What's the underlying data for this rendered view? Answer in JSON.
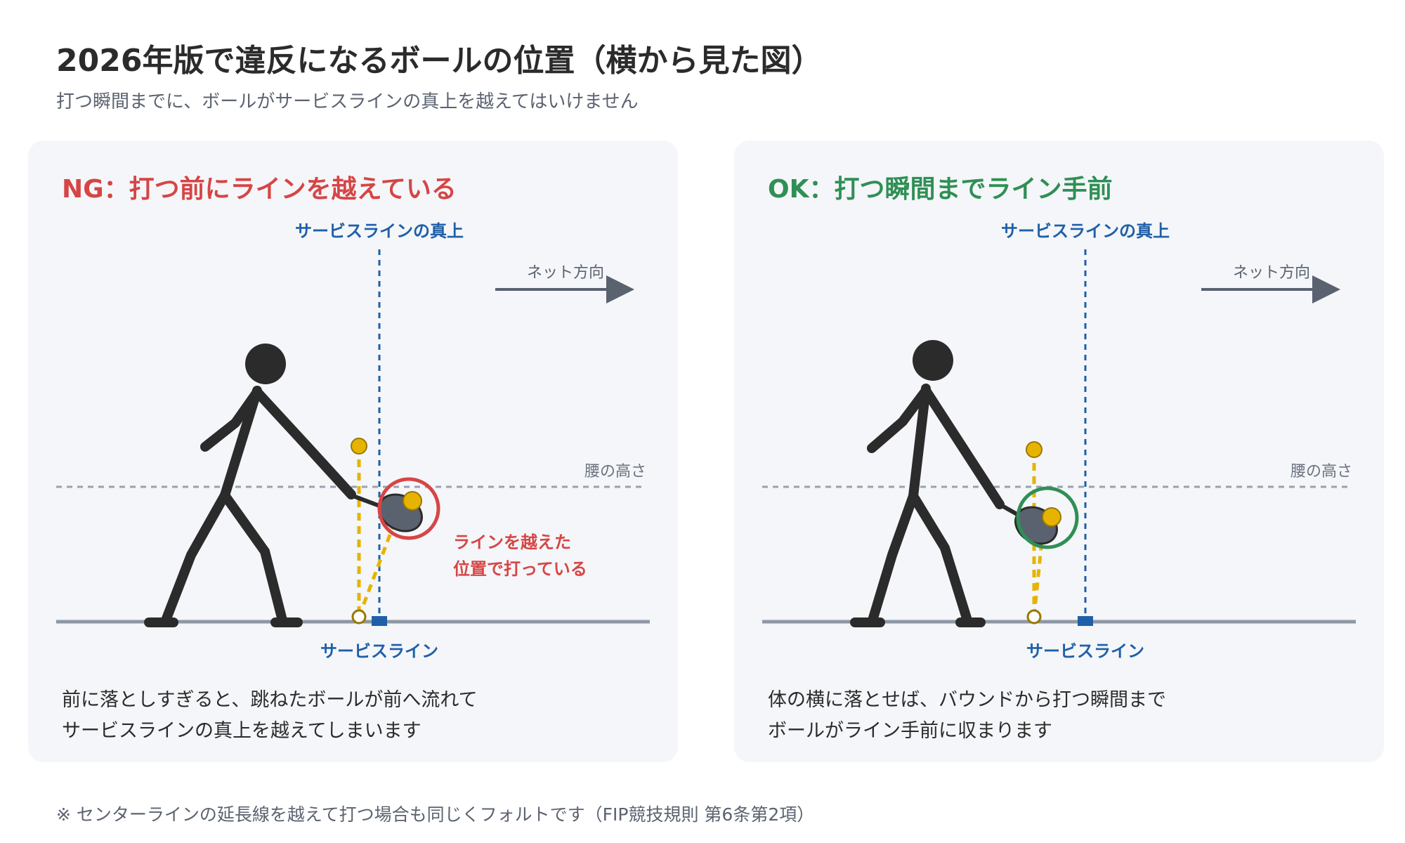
{
  "title": "2026年版で違反になるボールの位置（横から見た図）",
  "subtitle": "打つ瞬間までに、ボールがサービスラインの真上を越えてはいけません",
  "colors": {
    "ng": "#d64545",
    "ok": "#2f8f55",
    "line_blue": "#1f5fa8",
    "ball": "#e6b400",
    "figure": "#2b2b2b",
    "paddle": "#5a6270",
    "ground": "#8e98a4",
    "panel_bg": "#f4f6f9"
  },
  "panels": [
    {
      "id": "ng",
      "title": "NG：打つ前にラインを越えている",
      "vertical_line_label": "サービスラインの真上",
      "direction_label": "ネット方向",
      "waist_label": "腰の高さ",
      "service_line_label": "サービスライン",
      "annotation": [
        "ラインを越えた",
        "位置で打っている"
      ],
      "caption": [
        "前に落としすぎると、跳ねたボールが前へ流れて",
        "サービスラインの真上を越えてしまいます"
      ]
    },
    {
      "id": "ok",
      "title": "OK：打つ瞬間までライン手前",
      "vertical_line_label": "サービスラインの真上",
      "direction_label": "ネット方向",
      "waist_label": "腰の高さ",
      "service_line_label": "サービスライン",
      "caption": [
        "体の横に落とせば、バウンドから打つ瞬間まで",
        "ボールがライン手前に収まります"
      ]
    }
  ],
  "footnote": "※ センターラインの延長線を越えて打つ場合も同じくフォルトです（FIP競技規則 第6条第2項）"
}
